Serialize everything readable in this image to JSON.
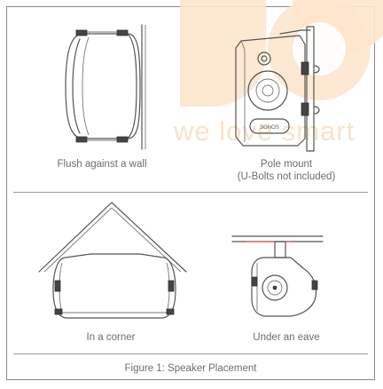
{
  "watermark": {
    "text": "we love smart"
  },
  "figures": {
    "flush_wall": {
      "caption": "Flush against a wall"
    },
    "pole_mount": {
      "caption_line1": "Pole mount",
      "caption_line2": "(U-Bolts not included)"
    },
    "corner": {
      "caption": "In a corner"
    },
    "eave": {
      "caption": "Under an eave"
    }
  },
  "figure_caption": "Figure 1: Speaker Placement",
  "speaker_logo": "SONOS",
  "colors": {
    "watermark": "#fbd7ae",
    "line": "#555555",
    "caption": "#6e6e6e"
  }
}
